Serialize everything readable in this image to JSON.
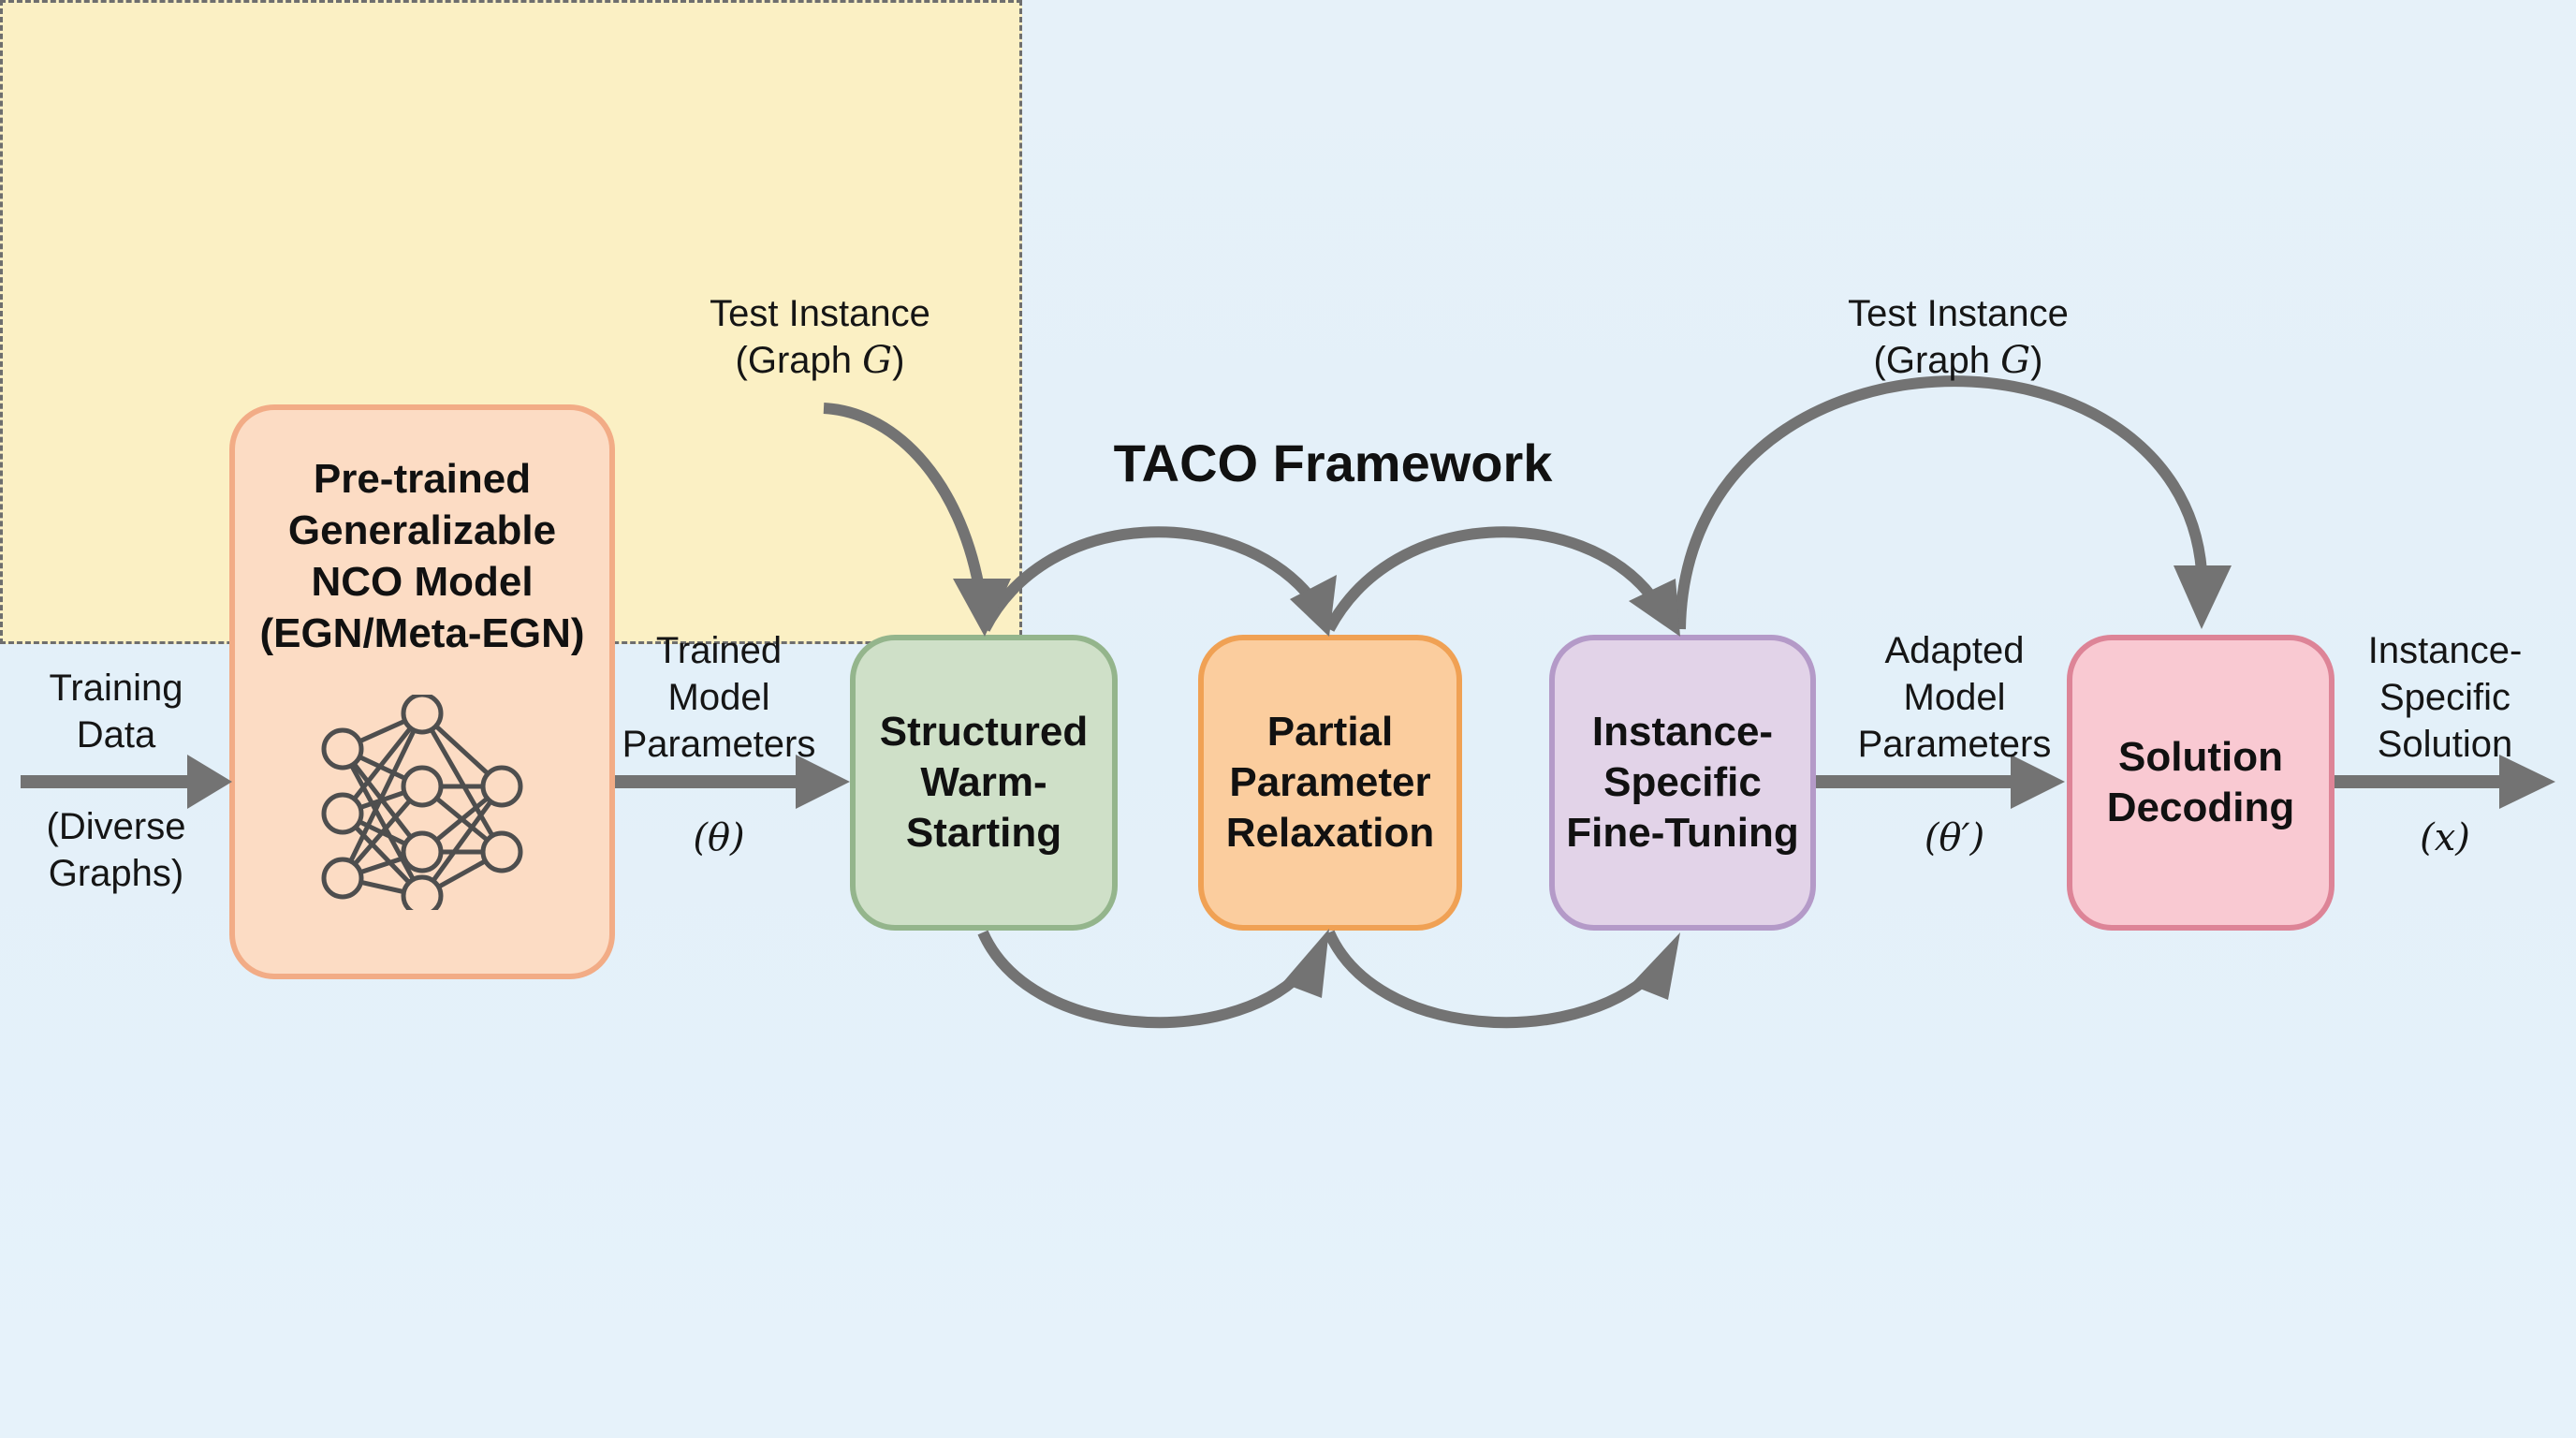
{
  "diagram": {
    "title": "TACO Framework",
    "input": {
      "label_top": "Training\nData",
      "label_bottom": "(Diverse\nGraphs)"
    },
    "pretrained_model": {
      "label": "Pre-trained\nGeneralizable\nNCO Model\n(EGN/Meta-EGN)",
      "icon": "neural-network-icon"
    },
    "trained_params": {
      "text": "Trained\nModel\nParameters",
      "symbol": "(θ)"
    },
    "test_instance_left": {
      "text": "Test Instance",
      "prefix": "(Graph ",
      "symbol": "G",
      "suffix": ")"
    },
    "test_instance_right": {
      "text": "Test Instance",
      "prefix": "(Graph ",
      "symbol": "G",
      "suffix": ")"
    },
    "steps": [
      {
        "label": "Structured\nWarm-\nStarting"
      },
      {
        "label": "Partial\nParameter\nRelaxation"
      },
      {
        "label": "Instance-\nSpecific\nFine-Tuning"
      }
    ],
    "adapted_params": {
      "text": "Adapted\nModel\nParameters",
      "symbol": "(θ′)"
    },
    "decoding": {
      "label": "Solution\nDecoding"
    },
    "output": {
      "text": "Instance-\nSpecific\nSolution",
      "symbol": "(x)"
    }
  },
  "colors": {
    "background": "#e4f0f9",
    "arrow": "#737373",
    "pretrained_fill": "#fcdcc4",
    "pretrained_border": "#f2ac86",
    "taco_fill": "#fbf0c4",
    "warm_fill": "#cfe0c8",
    "warm_border": "#94b58c",
    "relax_fill": "#fbcd9e",
    "relax_border": "#f0a154",
    "fine_fill": "#e2d3e8",
    "fine_border": "#b49ac8",
    "decode_fill": "#f9c9d2",
    "decode_border": "#dd8497"
  }
}
